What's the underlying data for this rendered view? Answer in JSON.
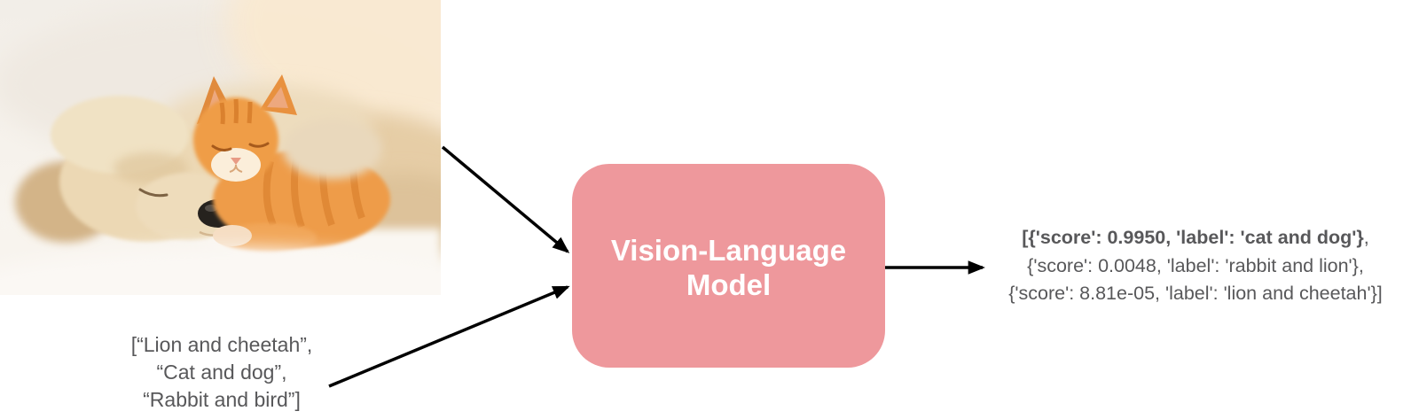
{
  "photo": {
    "description": "Photo of a sleeping cream puppy with an orange tabby kitten resting on its head, lying on a white blanket"
  },
  "model_box": {
    "label_line1": "Vision-Language",
    "label_line2": "Model",
    "fill": "#EE989C",
    "text_color": "#FFFFFF"
  },
  "input_labels": {
    "lines": [
      "[“Lion and cheetah”,",
      "“Cat and dog”,",
      "“Rabbit and bird”]"
    ]
  },
  "output": {
    "line1_bold": "[{'score': 0.9950, 'label': 'cat and dog'}",
    "line1_suffix": ",",
    "line2": "{'score': 0.0048, 'label': 'rabbit and lion'},",
    "line3": "{'score': 8.81e-05, 'label': 'lion and cheetah'}]"
  },
  "colors": {
    "text_gray": "#58585A",
    "arrow": "#000000",
    "box_fill": "#EE989C"
  }
}
